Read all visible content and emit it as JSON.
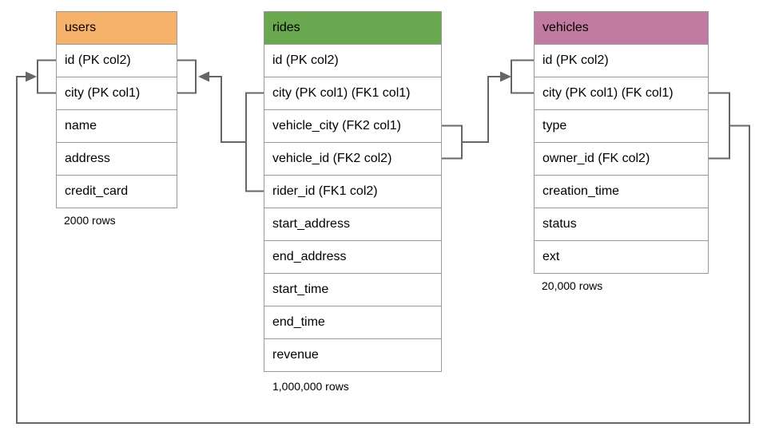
{
  "diagram": {
    "tables": [
      {
        "name": "users",
        "header_color": "#F6B26B",
        "columns": [
          "id (PK col2)",
          "city (PK col1)",
          "name",
          "address",
          "credit_card"
        ],
        "row_count": "2000 rows"
      },
      {
        "name": "rides",
        "header_color": "#6AA84F",
        "columns": [
          "id (PK col2)",
          "city (PK col1) (FK1 col1)",
          "vehicle_city (FK2 col1)",
          "vehicle_id (FK2 col2)",
          "rider_id (FK1 col2)",
          "start_address",
          "end_address",
          "start_time",
          "end_time",
          "revenue"
        ],
        "row_count": "1,000,000 rows"
      },
      {
        "name": "vehicles",
        "header_color": "#C27BA0",
        "columns": [
          "id (PK col2)",
          "city (PK col1) (FK col1)",
          "type",
          "owner_id (FK col2)",
          "creation_time",
          "status",
          "ext"
        ],
        "row_count": "20,000 rows"
      }
    ],
    "relationships": [
      {
        "fk": "FK1",
        "from_table": "rides",
        "from_columns": [
          "city (FK1 col1)",
          "rider_id (FK1 col2)"
        ],
        "to_table": "users",
        "to_columns": [
          "city (PK col1)",
          "id (PK col2)"
        ]
      },
      {
        "fk": "FK2",
        "from_table": "rides",
        "from_columns": [
          "vehicle_city (FK2 col1)",
          "vehicle_id (FK2 col2)"
        ],
        "to_table": "vehicles",
        "to_columns": [
          "city (PK col1)",
          "id (PK col2)"
        ]
      },
      {
        "fk": "FK",
        "from_table": "vehicles",
        "from_columns": [
          "city (FK col1)",
          "owner_id (FK col2)"
        ],
        "to_table": "users",
        "to_columns": [
          "city (PK col1)",
          "id (PK col2)"
        ]
      }
    ],
    "colors": {
      "connector_line": "#666666",
      "table_border": "#999999",
      "background": "#FFFFFF"
    }
  }
}
